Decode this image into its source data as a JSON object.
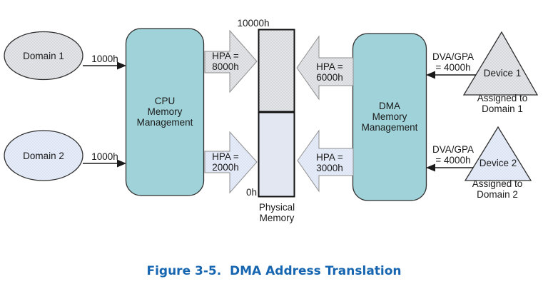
{
  "caption": "Figure 3-5.  DMA Address Translation",
  "nodes": {
    "domain1": "Domain 1",
    "domain2": "Domain 2",
    "cpu": "CPU\nMemory\nManagement",
    "dma": "DMA\nMemory\nManagement",
    "device1": "Device 1",
    "device2": "Device 2"
  },
  "edges": {
    "domain1_to_cpu": "1000h",
    "domain2_to_cpu": "1000h",
    "cpu_hpa_domain1": "HPA =\n8000h",
    "cpu_hpa_domain2": "HPA =\n2000h",
    "dma_hpa_device1": "HPA =\n6000h",
    "dma_hpa_device2": "HPA =\n3000h",
    "device1_dva": "DVA/GPA\n= 4000h",
    "device2_dva": "DVA/GPA\n= 4000h"
  },
  "memory": {
    "top_address": "10000h",
    "bottom_address": "0h",
    "label": "Physical\nMemory"
  },
  "assignments": {
    "device1": "Assigned to\nDomain 1",
    "device2": "Assigned to\nDomain 2"
  },
  "colors": {
    "block_fill": "#a0d3d9",
    "caption_text": "#1565b0",
    "gray_hatch_base": "#e8e9eb",
    "blue_hatch_base": "#e9eef9",
    "memory_low_fill": "#e3e7f2"
  }
}
